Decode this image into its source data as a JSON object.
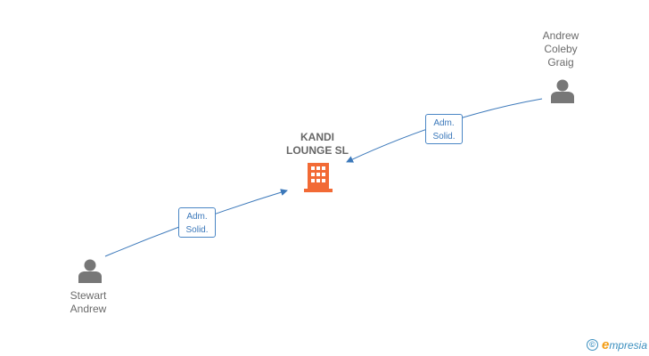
{
  "company": {
    "name": "KANDI\nLOUNGE SL",
    "icon": "building-icon",
    "color": "#f26a35"
  },
  "people": [
    {
      "id": "andrew",
      "name": "Andrew\nColeby\nGraig",
      "icon": "person-icon"
    },
    {
      "id": "stewart",
      "name": "Stewart\nAndrew",
      "icon": "person-icon"
    }
  ],
  "relations": [
    {
      "from": "andrew",
      "to": "company",
      "label": "Adm.\nSolid."
    },
    {
      "from": "stewart",
      "to": "company",
      "label": "Adm.\nSolid."
    }
  ],
  "colors": {
    "edge": "#3b78ba",
    "person": "#777777"
  },
  "watermark": {
    "copyright": "©",
    "brand_initial": "e",
    "brand_rest": "mpresia"
  }
}
